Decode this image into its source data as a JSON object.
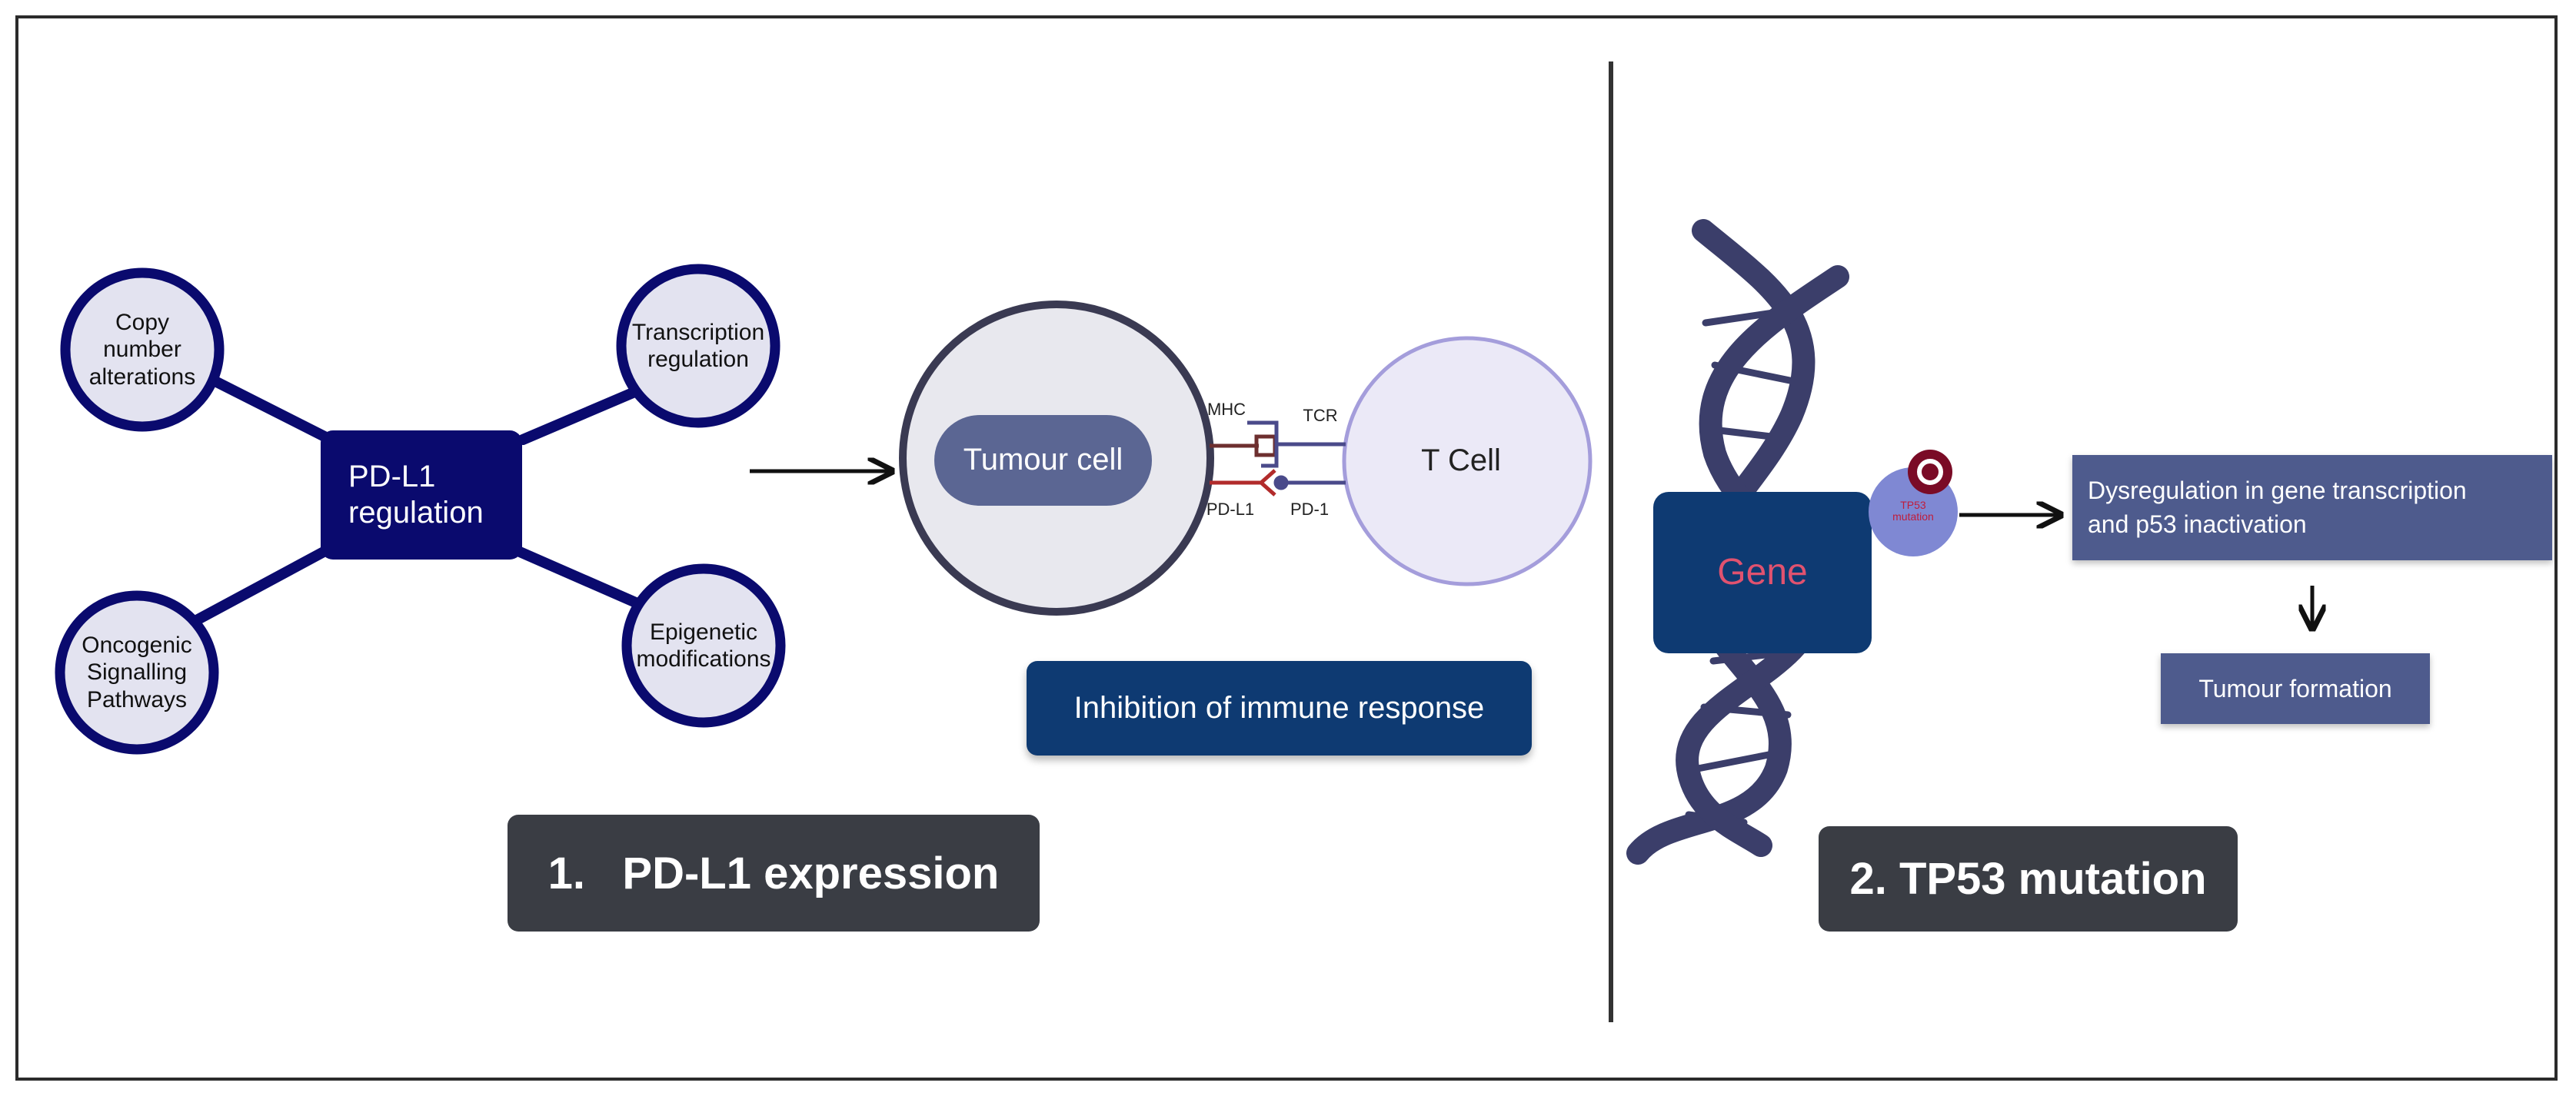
{
  "panel1": {
    "regulation_center": "PD-L1\nregulation",
    "factors": {
      "copy_number": "Copy\nnumber\nalterations",
      "transcription": "Transcription\nregulation",
      "oncogenic": "Oncogenic\nSignalling\nPathways",
      "epigenetic": "Epigenetic\nmodifications"
    },
    "tumour_cell": "Tumour cell",
    "t_cell": "T Cell",
    "receptors": {
      "mhc": "MHC",
      "tcr": "TCR",
      "pdl1": "PD-L1",
      "pd1": "PD-1"
    },
    "inhibition": "Inhibition of immune response",
    "caption": "1.   PD-L1 expression"
  },
  "panel2": {
    "gene": "Gene",
    "tp53_mutation": "TP53\nmutation",
    "dysregulation": "Dysregulation in gene transcription\nand p53 inactivation",
    "tumour_formation": "Tumour formation",
    "caption": "2. TP53 mutation"
  },
  "colors": {
    "navy": "#0a0a6e",
    "circle_fill": "#e3e3f0",
    "tumour_nucleus": "#5b6693",
    "t_cell_stroke": "#a49ddb",
    "dna": "#3b3e6a",
    "gene_box": "#0e3a72",
    "mutation_circle": "#7f88d3",
    "mutation_mark": "#7a0b26",
    "caption_bg": "#3a3d44"
  }
}
